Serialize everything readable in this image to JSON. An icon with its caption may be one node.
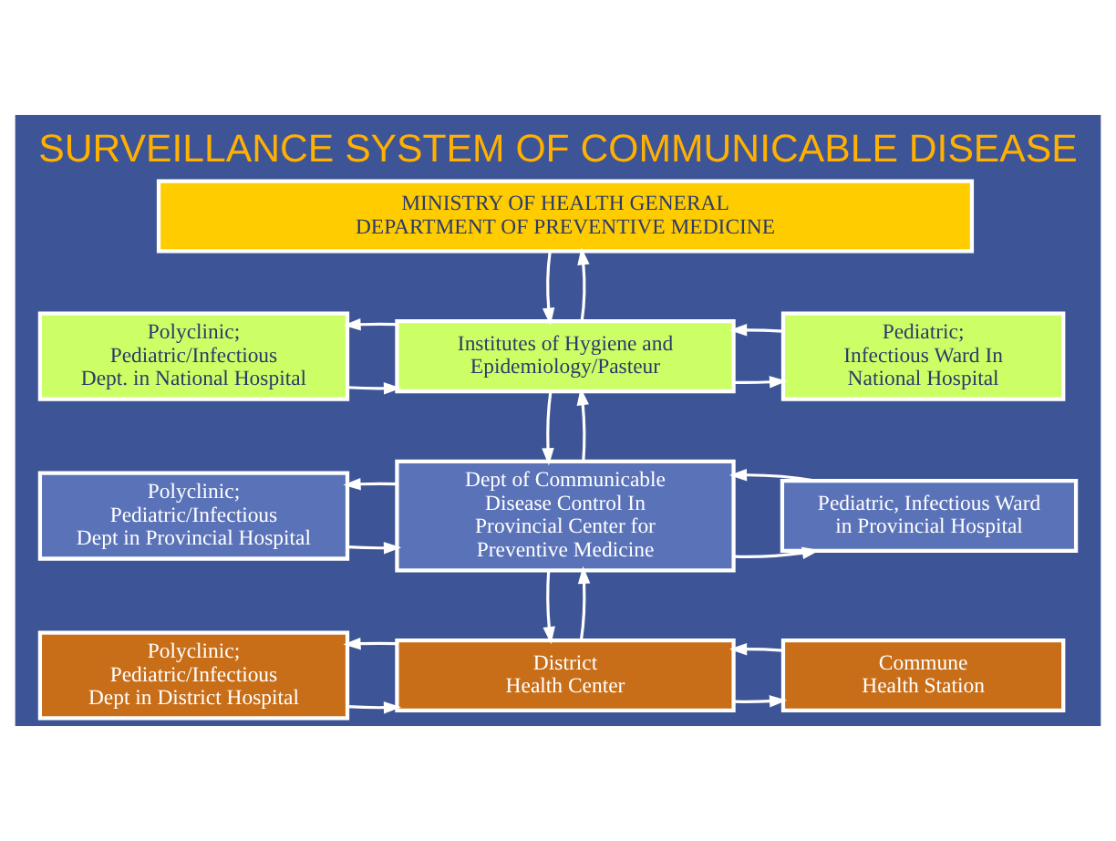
{
  "diagram": {
    "title": "SURVEILLANCE SYSTEM OF COMMUNICABLE DISEASE",
    "nodes": [
      {
        "text": [
          "MINISTRY OF HEALTH GENERAL DEPARTMENT OF PREVENTIVE MEDICINE"
        ]
      },
      {
        "text": [
          "Polyclinic; Pediatric/Infectious Dept. in National Hospital"
        ]
      },
      {
        "text": [
          "Institutes of Hygiene and Epidemiology/Pasteur"
        ]
      },
      {
        "text": [
          "Pediatric; Infectious Ward In National Hospital"
        ]
      },
      {
        "text": [
          "Polyclinic; Pediatric/Infectious Dept in Provincial Hospital"
        ]
      },
      {
        "text": [
          "Dept of Communicable Disease Control In Provincial Center for Preventive Medicine"
        ]
      },
      {
        "text": [
          "Pediatric, Infectious Ward in Provincial Hospital"
        ]
      },
      {
        "text": [
          "Polyclinic; Pediatric/Infectious Dept in District Hospital"
        ]
      },
      {
        "text": [
          "District Health Center"
        ]
      },
      {
        "text": [
          "Commune Health Station"
        ]
      }
    ],
    "edges": [
      {
        "from": 0,
        "to": 2,
        "arrow": "to"
      },
      {
        "from": 2,
        "to": 0,
        "arrow": "to"
      },
      {
        "from": 1,
        "to": 2,
        "arrow": "to"
      },
      {
        "from": 2,
        "to": 1,
        "arrow": "to"
      },
      {
        "from": 2,
        "to": 3,
        "arrow": "to"
      },
      {
        "from": 3,
        "to": 2,
        "arrow": "to"
      },
      {
        "from": 2,
        "to": 5,
        "arrow": "to"
      },
      {
        "from": 5,
        "to": 2,
        "arrow": "to"
      },
      {
        "from": 4,
        "to": 5,
        "arrow": "to"
      },
      {
        "from": 5,
        "to": 4,
        "arrow": "to"
      },
      {
        "from": 5,
        "to": 6,
        "arrow": "to"
      },
      {
        "from": 6,
        "to": 5,
        "arrow": "to"
      },
      {
        "from": 5,
        "to": 8,
        "arrow": "to"
      },
      {
        "from": 8,
        "to": 5,
        "arrow": "to"
      },
      {
        "from": 7,
        "to": 8,
        "arrow": "to"
      },
      {
        "from": 8,
        "to": 7,
        "arrow": "to"
      },
      {
        "from": 8,
        "to": 9,
        "arrow": "to"
      },
      {
        "from": 9,
        "to": 8,
        "arrow": "to"
      }
    ]
  }
}
